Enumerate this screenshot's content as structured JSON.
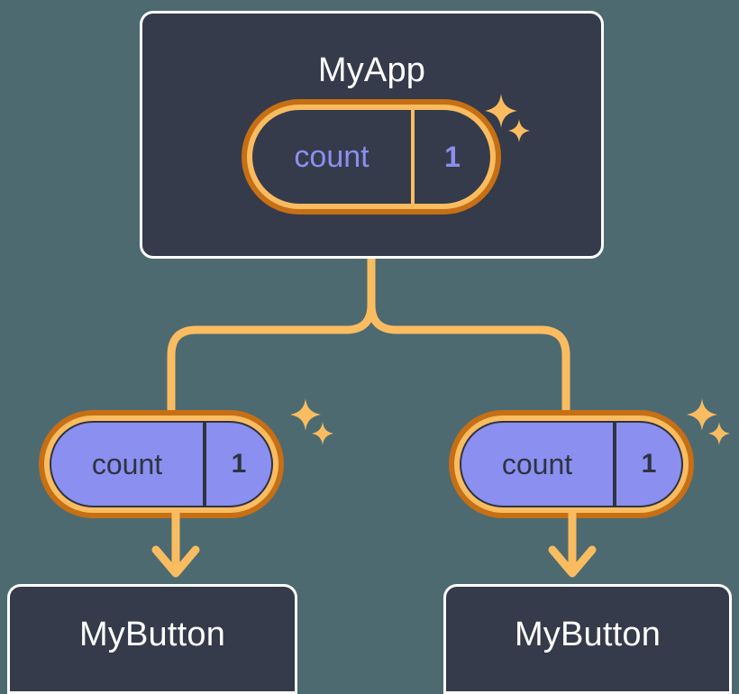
{
  "diagram": {
    "title_node": {
      "label": "MyApp"
    },
    "state_pills": [
      {
        "id": "app",
        "key": "count",
        "value": "1",
        "fill": "#353B4A",
        "text_color": "#8B8FF0",
        "ring_outer": "#C66F14",
        "ring_inner": "#F9BC60"
      },
      {
        "id": "left",
        "key": "count",
        "value": "1",
        "fill": "#8B8FF0",
        "text_color": "#2E3440",
        "ring_outer": "#C66F14",
        "ring_inner": "#F9BC60"
      },
      {
        "id": "right",
        "key": "count",
        "value": "1",
        "fill": "#8B8FF0",
        "text_color": "#2E3440",
        "ring_outer": "#C66F14",
        "ring_inner": "#F9BC60"
      }
    ],
    "child_nodes": [
      {
        "id": "left",
        "label": "MyButton"
      },
      {
        "id": "right",
        "label": "MyButton"
      }
    ],
    "sparkles": [
      {
        "id": "app",
        "icon": "sparkle-icon",
        "count": 2
      },
      {
        "id": "left",
        "icon": "sparkle-icon",
        "count": 2
      },
      {
        "id": "right",
        "icon": "sparkle-icon",
        "count": 2
      }
    ],
    "connectors": {
      "branch": {
        "icon": "branch-connector-icon",
        "color": "#F9BC60"
      },
      "arrows": [
        {
          "id": "left",
          "icon": "arrow-down-icon",
          "color": "#F9BC60"
        },
        {
          "id": "right",
          "icon": "arrow-down-icon",
          "color": "#F9BC60"
        }
      ]
    },
    "colors": {
      "background": "#4D6A71",
      "card_fill": "#353B4A",
      "card_border": "#FFFFFF",
      "accent_amber": "#F9BC60",
      "accent_orange": "#C66F14",
      "accent_purple": "#8B8FF0",
      "text_light": "#FFFFFF",
      "text_dark": "#2E3440"
    }
  }
}
